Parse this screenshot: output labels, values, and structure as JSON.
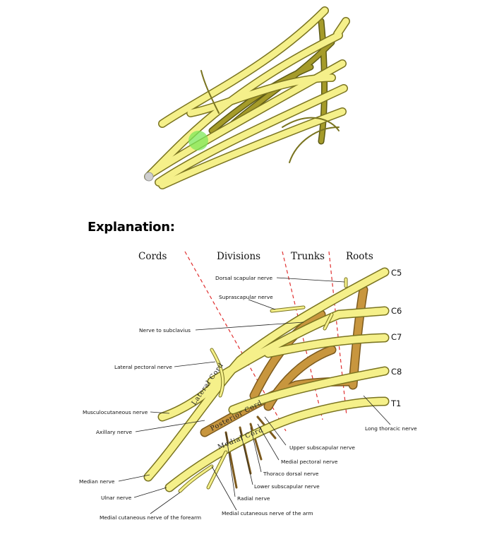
{
  "explanation": "Explanation:",
  "columns": {
    "cords": "Cords",
    "divisions": "Divisions",
    "trunks": "Trunks",
    "roots": "Roots"
  },
  "roots": [
    "C5",
    "C6",
    "C7",
    "C8",
    "T1"
  ],
  "cords": {
    "lateral": "Lateral Cord",
    "posterior": "Posterior Cord",
    "medial": "Medial Cord"
  },
  "nerves": {
    "dorsal_scapular": "Dorsal scapular nerve",
    "suprascapular": "Suprascapular nerve",
    "subclavius": "Nerve to subclavius",
    "lateral_pectoral": "Lateral pectoral nerve",
    "musculocutaneous": "Musculocutaneous nerve",
    "axillary": "Axillary nerve",
    "median": "Median nerve",
    "ulnar": "Ulnar nerve",
    "medial_cut_forearm": "Medial cutaneous nerve of the forearm",
    "long_thoracic": "Long thoracic nerve",
    "upper_subscapular": "Upper subscapular nerve",
    "medial_pectoral": "Medial pectoral nerve",
    "thoracodorsal": "Thoraco dorsal nerve",
    "lower_subscapular": "Lower subscapular nerve",
    "radial": "Radial nerve",
    "medial_cut_arm": "Medial cutaneous nerve of the arm"
  },
  "colors": {
    "nerve": "#f5f08a",
    "nerve_outline": "#7a7420",
    "posterior": "#c8963e",
    "highlight": "#7de85a",
    "divider": "#e03030"
  }
}
